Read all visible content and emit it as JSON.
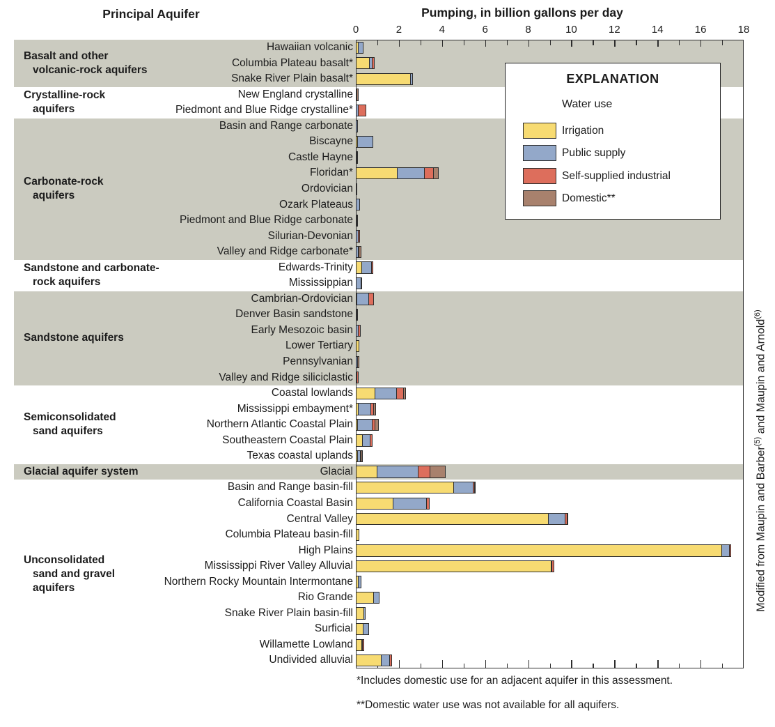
{
  "titles": {
    "left": "Principal Aquifer",
    "right": "Pumping, in billion gallons per day"
  },
  "axis": {
    "min": 0,
    "max": 18,
    "major_tick_step": 2,
    "minor_tick_step": 1,
    "tick_labels": [
      "0",
      "2",
      "4",
      "6",
      "8",
      "10",
      "12",
      "14",
      "16",
      "18"
    ]
  },
  "legend": {
    "title": "EXPLANATION",
    "subtitle": "Water use",
    "items": [
      {
        "label": "Irrigation",
        "color": "#F7DB72"
      },
      {
        "label": "Public supply",
        "color": "#93A8C9"
      },
      {
        "label": "Self-supplied industrial",
        "color": "#DD6E5C"
      },
      {
        "label": "Domestic**",
        "color": "#A8816D"
      }
    ]
  },
  "footnotes": [
    "*Includes domestic use for an adjacent aquifer in this assessment.",
    "**Domestic water use was not available for all aquifers."
  ],
  "source_note": {
    "part1": "Modified from Maupin and Barber",
    "sup1": "(5)",
    "part2": " and Maupin and Arnold",
    "sup2": "(6)"
  },
  "colors": {
    "band_shaded": "#CBCBC0",
    "band_white": "#FFFFFF",
    "outline": "#2d2d2d",
    "text": "#1c1c1c"
  },
  "chart_data": {
    "type": "bar",
    "orientation": "horizontal",
    "stacked": true,
    "title": "Pumping, in billion gallons per day",
    "xlabel": "Pumping, in billion gallons per day",
    "ylabel": "Principal Aquifer",
    "xlim": [
      0,
      18
    ],
    "grid": false,
    "legend_position": "upper right",
    "series_names": [
      "Irrigation",
      "Public supply",
      "Self-supplied industrial",
      "Domestic**"
    ],
    "units": "billion gallons per day",
    "groups": [
      {
        "label": "Basalt and other\nvolcanic-rock aquifers",
        "shaded": true,
        "rows": [
          {
            "label": "Hawaiian volcanic",
            "values": [
              0.15,
              0.25,
              0,
              0
            ]
          },
          {
            "label": "Columbia Plateau basalt*",
            "values": [
              0.65,
              0.18,
              0.12,
              0
            ]
          },
          {
            "label": "Snake River Plain basalt*",
            "values": [
              2.55,
              0.15,
              0,
              0
            ]
          }
        ]
      },
      {
        "label": "Crystalline-rock\naquifers",
        "shaded": false,
        "rows": [
          {
            "label": "New England crystalline",
            "values": [
              0,
              0.08,
              0,
              0.1
            ]
          },
          {
            "label": "Piedmont and Blue Ridge crystalline*",
            "values": [
              0,
              0.15,
              0.38,
              0
            ]
          }
        ]
      },
      {
        "label": "Carbonate-rock\naquifers",
        "shaded": true,
        "rows": [
          {
            "label": "Basin and Range carbonate",
            "values": [
              0,
              0.1,
              0,
              0
            ]
          },
          {
            "label": "Biscayne",
            "values": [
              0.1,
              0.75,
              0,
              0
            ]
          },
          {
            "label": "Castle Hayne",
            "values": [
              0.02,
              0.03,
              0,
              0
            ]
          },
          {
            "label": "Floridan*",
            "values": [
              1.95,
              1.3,
              0.45,
              0.25
            ]
          },
          {
            "label": "Ordovician",
            "values": [
              0,
              0.02,
              0,
              0
            ]
          },
          {
            "label": "Ozark Plateaus",
            "values": [
              0,
              0.18,
              0,
              0
            ]
          },
          {
            "label": "Piedmont and Blue Ridge carbonate",
            "values": [
              0,
              0.04,
              0,
              0.04
            ]
          },
          {
            "label": "Silurian-Devonian",
            "values": [
              0,
              0.15,
              0.08,
              0
            ]
          },
          {
            "label": "Valley and Ridge carbonate*",
            "values": [
              0,
              0.15,
              0.07,
              0.12
            ]
          }
        ]
      },
      {
        "label": "Sandstone and carbonate-\nrock aquifers",
        "shaded": false,
        "rows": [
          {
            "label": "Edwards-Trinity",
            "values": [
              0.3,
              0.5,
              0.08,
              0
            ]
          },
          {
            "label": "Mississippian",
            "values": [
              0,
              0.25,
              0.09,
              0
            ]
          }
        ]
      },
      {
        "label": "Sandstone aquifers",
        "shaded": true,
        "rows": [
          {
            "label": "Cambrian-Ordovician",
            "values": [
              0.08,
              0.57,
              0.28,
              0
            ]
          },
          {
            "label": "Denver Basin sandstone",
            "values": [
              0,
              0.04,
              0,
              0.06
            ]
          },
          {
            "label": "Early Mesozoic basin",
            "values": [
              0,
              0.15,
              0.1,
              0
            ]
          },
          {
            "label": "Lower Tertiary",
            "values": [
              0.15,
              0,
              0,
              0
            ]
          },
          {
            "label": "Pennsylvanian",
            "values": [
              0,
              0.1,
              0,
              0.1
            ]
          },
          {
            "label": "Valley and Ridge siliciclastic",
            "values": [
              0,
              0.02,
              0.11,
              0
            ]
          }
        ]
      },
      {
        "label": "Semiconsolidated\nsand aquifers",
        "shaded": false,
        "rows": [
          {
            "label": "Coastal lowlands",
            "values": [
              0.9,
              1.05,
              0.35,
              0.15
            ]
          },
          {
            "label": "Mississippi embayment*",
            "values": [
              0.15,
              0.6,
              0.16,
              0.14
            ]
          },
          {
            "label": "Northern Atlantic Coastal Plain",
            "values": [
              0.09,
              0.72,
              0.18,
              0.18
            ]
          },
          {
            "label": "Southeastern Coastal Plain",
            "values": [
              0.32,
              0.4,
              0.14,
              0
            ]
          },
          {
            "label": "Texas coastal uplands",
            "values": [
              0.11,
              0.17,
              0.04,
              0.08
            ]
          }
        ]
      },
      {
        "label": "Glacial aquifer system",
        "shaded": true,
        "rows": [
          {
            "label": "Glacial",
            "values": [
              1.0,
              1.95,
              0.58,
              0.75
            ]
          }
        ]
      },
      {
        "label": "Unconsolidated\nsand and gravel\naquifers",
        "shaded": false,
        "rows": [
          {
            "label": "Basin and Range basin-fill",
            "values": [
              4.55,
              0.95,
              0.1,
              0.06
            ]
          },
          {
            "label": "California Coastal Basin",
            "values": [
              1.75,
              1.6,
              0.15,
              0
            ]
          },
          {
            "label": "Central Valley",
            "values": [
              8.95,
              0.83,
              0.12,
              0.08
            ]
          },
          {
            "label": "Columbia Plateau basin-fill",
            "values": [
              0.15,
              0,
              0,
              0
            ]
          },
          {
            "label": "High Plains",
            "values": [
              17.0,
              0.4,
              0.1,
              0
            ]
          },
          {
            "label": "Mississippi River Valley Alluvial",
            "values": [
              9.1,
              0.07,
              0.12,
              0
            ]
          },
          {
            "label": "Northern Rocky Mountain Intermontane",
            "values": [
              0.15,
              0.15,
              0,
              0
            ]
          },
          {
            "label": "Rio Grande",
            "values": [
              0.85,
              0.3,
              0,
              0
            ]
          },
          {
            "label": "Snake River Plain basin-fill",
            "values": [
              0.4,
              0.1,
              0,
              0
            ]
          },
          {
            "label": "Surficial",
            "values": [
              0.35,
              0.3,
              0,
              0
            ]
          },
          {
            "label": "Willamette Lowland",
            "values": [
              0.29,
              0.09,
              0.07,
              0
            ]
          },
          {
            "label": "Undivided alluvial",
            "values": [
              1.2,
              0.42,
              0.15,
              0
            ]
          }
        ]
      }
    ]
  }
}
